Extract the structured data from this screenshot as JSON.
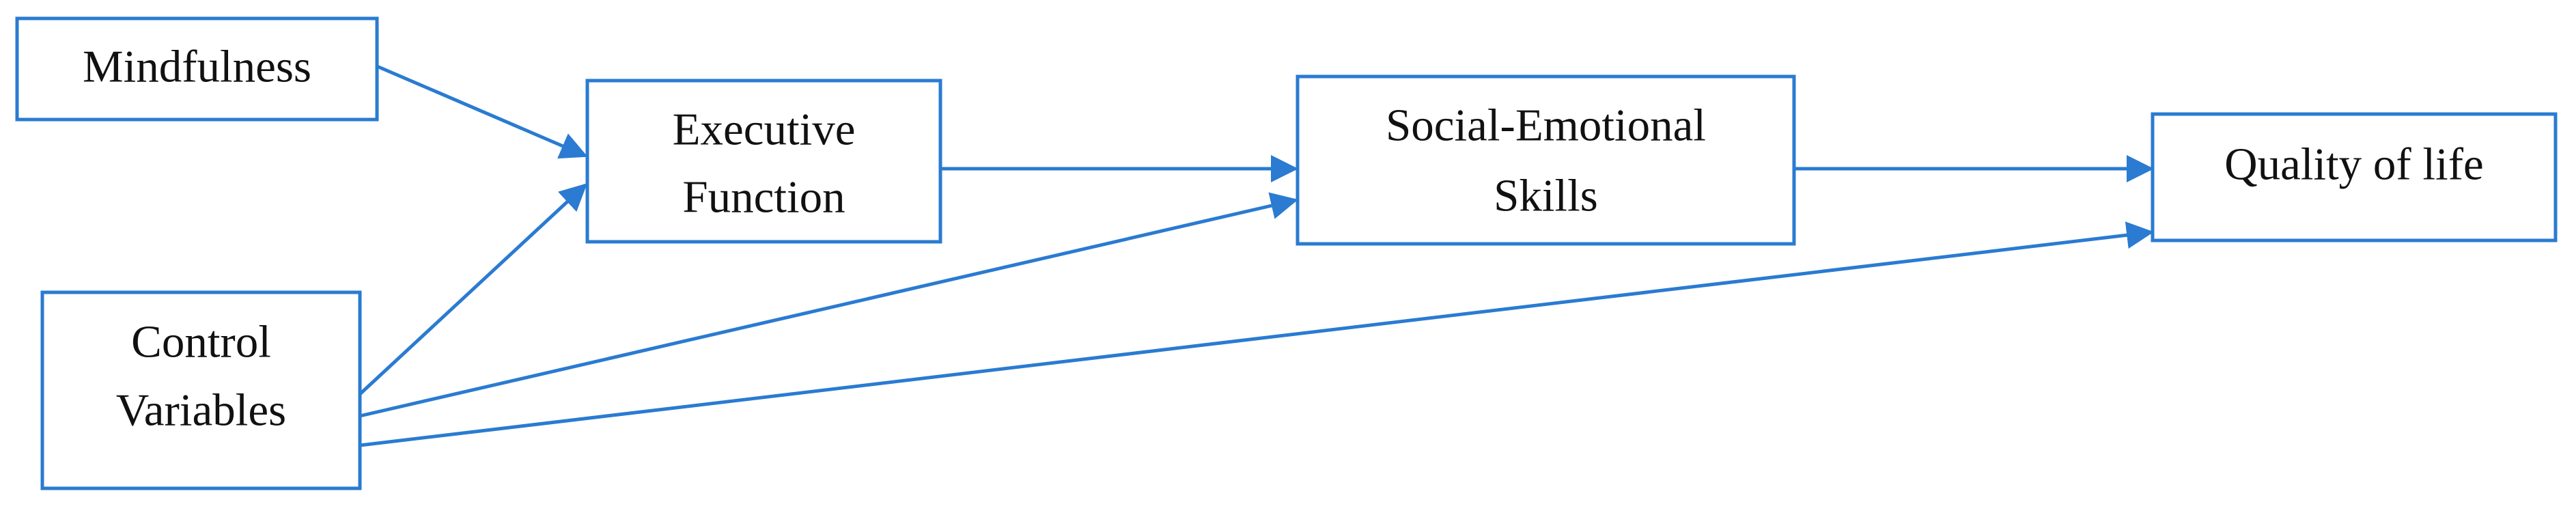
{
  "colors": {
    "node_border": "#2a7bd1",
    "arrow": "#2a7bd1",
    "text": "#111111",
    "background": "#ffffff"
  },
  "nodes": {
    "mindfulness": {
      "lines": [
        "Mindfulness"
      ]
    },
    "executive_function": {
      "lines": [
        "Executive",
        "Function"
      ]
    },
    "social_emotional_skills": {
      "lines": [
        "Social-Emotional",
        "Skills"
      ]
    },
    "quality_of_life": {
      "lines": [
        "Quality of life"
      ]
    },
    "control_variables": {
      "lines": [
        "Control",
        "Variables"
      ]
    }
  },
  "edges": [
    {
      "from": "mindfulness",
      "to": "executive_function"
    },
    {
      "from": "control_variables",
      "to": "executive_function"
    },
    {
      "from": "executive_function",
      "to": "social_emotional_skills"
    },
    {
      "from": "control_variables",
      "to": "social_emotional_skills"
    },
    {
      "from": "social_emotional_skills",
      "to": "quality_of_life"
    },
    {
      "from": "control_variables",
      "to": "quality_of_life"
    }
  ]
}
